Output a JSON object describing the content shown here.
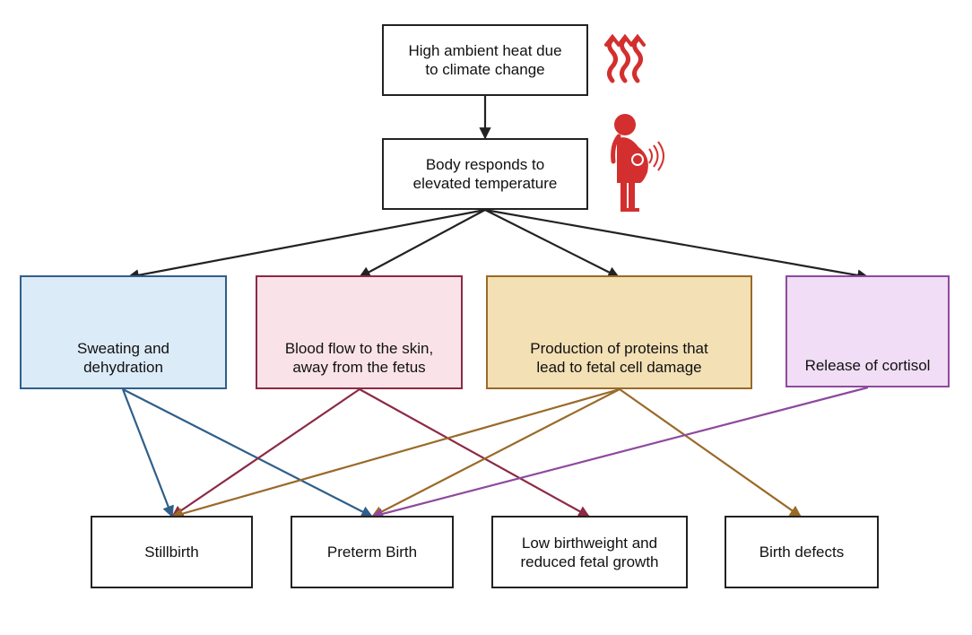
{
  "nodes": {
    "heat": "High ambient heat due\nto climate change",
    "body": "Body responds to\nelevated temperature",
    "sweat": "Sweating and\ndehydration",
    "blood": "Blood flow to the skin,\naway from the fetus",
    "proteins": "Production of proteins that\nlead to fetal cell damage",
    "cortisol": "Release of cortisol",
    "stillbirth": "Stillbirth",
    "preterm": "Preterm Birth",
    "lowbw": "Low birthweight and\nreduced fetal growth",
    "defects": "Birth defects"
  },
  "colors": {
    "black": "#222222",
    "sweat_border": "#2f5f8a",
    "sweat_fill": "#dcebf8",
    "blood_border": "#8c2a45",
    "blood_fill": "#fae3e8",
    "protein_border": "#9a6a28",
    "protein_fill": "#f3e0b5",
    "cortisol_border": "#8e4a9e",
    "cortisol_fill": "#f1ddf5",
    "icon_red": "#d32f2f",
    "drop_blue": "#3b5f7d"
  },
  "icons": {
    "heat": "heat-waves-icon",
    "pregnant": "pregnant-woman-icon",
    "drops": "water-drops-icon",
    "cells": "red-blood-cells-icon",
    "protein": "protein-blob-icon",
    "cortisol": "cortisol-particles-icon"
  },
  "edges": [
    {
      "from": "heat",
      "to": "body",
      "color": "black"
    },
    {
      "from": "body",
      "to": "sweat",
      "color": "black"
    },
    {
      "from": "body",
      "to": "blood",
      "color": "black"
    },
    {
      "from": "body",
      "to": "proteins",
      "color": "black"
    },
    {
      "from": "body",
      "to": "cortisol",
      "color": "black"
    },
    {
      "from": "sweat",
      "to": "stillbirth",
      "color": "sweat_border"
    },
    {
      "from": "sweat",
      "to": "preterm",
      "color": "sweat_border"
    },
    {
      "from": "blood",
      "to": "stillbirth",
      "color": "blood_border"
    },
    {
      "from": "blood",
      "to": "lowbw",
      "color": "blood_border"
    },
    {
      "from": "proteins",
      "to": "stillbirth",
      "color": "protein_border"
    },
    {
      "from": "proteins",
      "to": "preterm",
      "color": "protein_border"
    },
    {
      "from": "proteins",
      "to": "defects",
      "color": "protein_border"
    },
    {
      "from": "cortisol",
      "to": "preterm",
      "color": "cortisol_border"
    }
  ]
}
